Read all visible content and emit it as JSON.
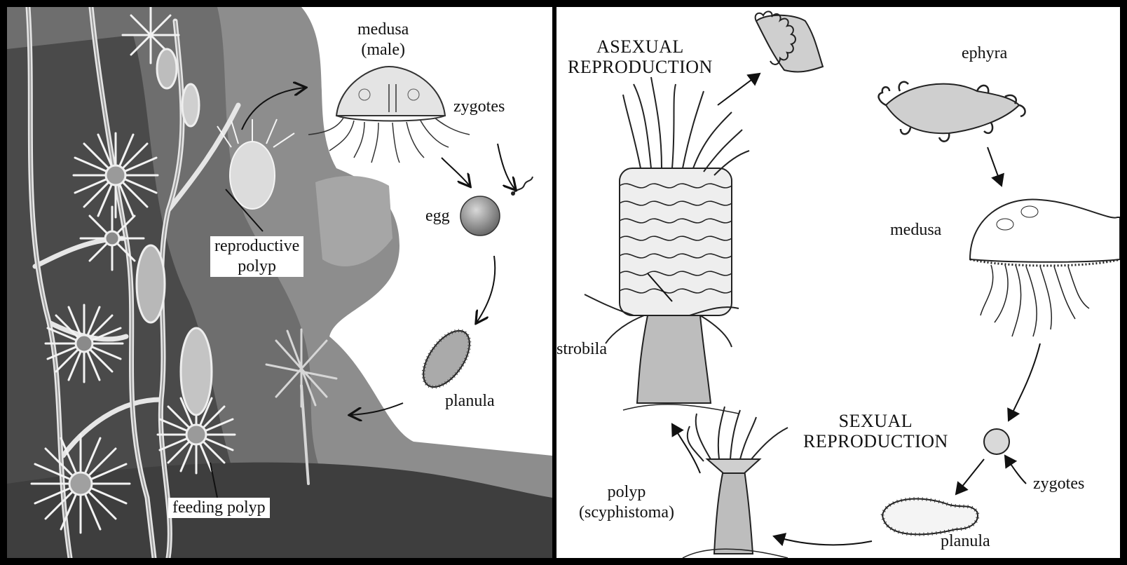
{
  "hydrozoan": {
    "medusa_line1": "medusa",
    "medusa_line2": "(male)",
    "zygotes": "zygotes",
    "egg": "egg",
    "reproductive_polyp_line1": "reproductive",
    "reproductive_polyp_line2": "polyp",
    "planula": "planula",
    "feeding_polyp": "feeding polyp"
  },
  "scyphozoan": {
    "asexual_line1": "ASEXUAL",
    "asexual_line2": "REPRODUCTION",
    "ephyra": "ephyra",
    "medusa": "medusa",
    "strobila": "strobila",
    "sexual_line1": "SEXUAL",
    "sexual_line2": "REPRODUCTION",
    "zygotes": "zygotes",
    "polyp_line1": "polyp",
    "polyp_line2": "(scyphistoma)",
    "planula": "planula"
  },
  "colors": {
    "ink": "#111111",
    "shade_dark": "#5a5a5a",
    "shade_mid": "#9a9a9a",
    "shade_light": "#cfcfcf",
    "fill_gray": "#bdbdbd"
  }
}
